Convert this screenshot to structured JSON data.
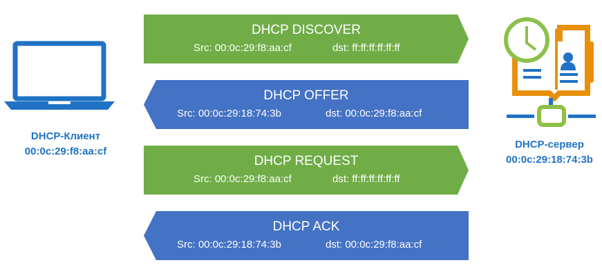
{
  "client": {
    "name": "DHCP-Клиент",
    "mac": "00:0c:29:f8:aa:cf"
  },
  "server": {
    "name": "DHCP-сервер",
    "mac": "00:0c:29:18:74:3b"
  },
  "colors": {
    "green": "#70AD47",
    "blue": "#4472C4",
    "orange": "#E8900A",
    "icon_blue": "#1F72C4"
  },
  "messages": [
    {
      "title": "DHCP DISCOVER",
      "src": "Src: 00:0c:29:f8:aa:cf",
      "dst": "dst: ff:ff:ff:ff:ff:ff"
    },
    {
      "title": "DHCP OFFER",
      "src": "Src: 00:0c:29:18:74:3b",
      "dst": "dst: 00:0c:29:f8:aa:cf"
    },
    {
      "title": "DHCP REQUEST",
      "src": "Src: 00:0c:29:f8:aa:cf",
      "dst": "dst: ff:ff:ff:ff:ff:ff"
    },
    {
      "title": "DHCP ACK",
      "src": "Src: 00:0c:29:18:74:3b",
      "dst": "dst: 00:0c:29:f8:aa:cf"
    }
  ]
}
